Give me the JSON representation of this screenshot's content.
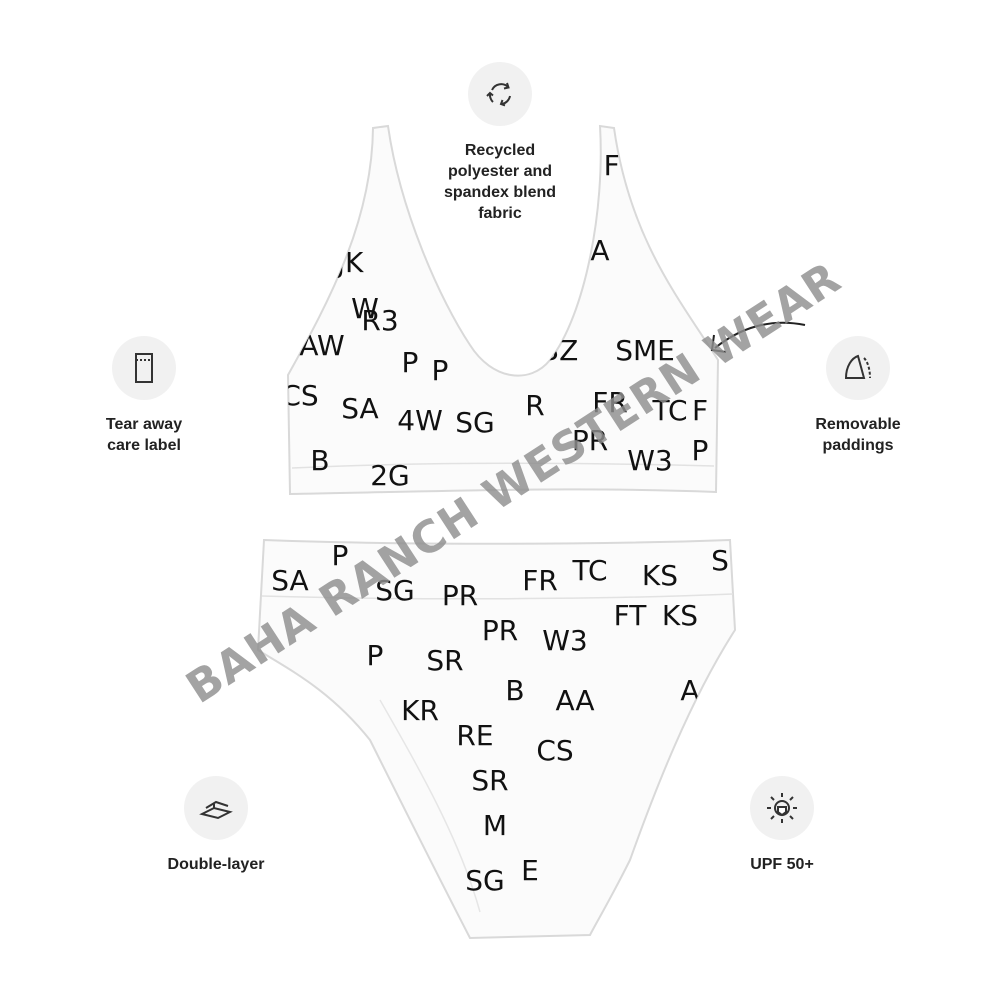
{
  "watermark": "BAHA RANCH WESTERN WEAR",
  "colors": {
    "icon_bg": "#f1f1f1",
    "label": "#222222",
    "watermark": "#8f8f8f",
    "print": "#111111"
  },
  "features": {
    "recycled": {
      "icon": "recycle-icon",
      "label": "Recycled\npolyester and\nspandex blend\nfabric"
    },
    "care_label": {
      "icon": "tag-icon",
      "label": "Tear away\ncare label"
    },
    "paddings": {
      "icon": "padding-cup-icon",
      "label": "Removable\npaddings"
    },
    "double_layer": {
      "icon": "layers-icon",
      "label": "Double-layer"
    },
    "upf": {
      "icon": "sun-shield-icon",
      "label": "UPF 50+"
    }
  },
  "print_marks": {
    "top": [
      "JK",
      "W",
      "AW",
      "CS",
      "SA",
      "P",
      "R3",
      "P",
      "B",
      "4W",
      "SG",
      "R",
      "JBZ",
      "FR",
      "SME",
      "TC",
      "W3",
      "PR",
      "P",
      "FT",
      "A",
      "F",
      "2G"
    ],
    "bottom": [
      "SA",
      "P",
      "SG",
      "PR",
      "FR",
      "TC",
      "KS",
      "S",
      "PR",
      "W3",
      "FT",
      "KS",
      "P",
      "SR",
      "B",
      "AA",
      "KR",
      "RE",
      "CS",
      "SR",
      "M",
      "SG",
      "E",
      "A"
    ]
  }
}
